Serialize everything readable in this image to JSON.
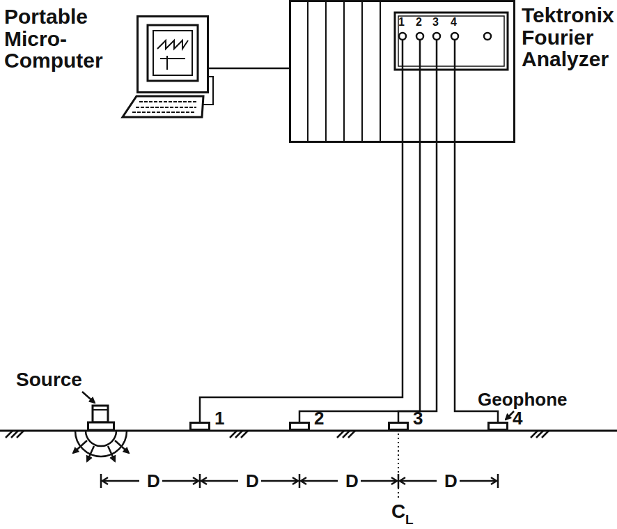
{
  "diagram": {
    "nodes": [
      {
        "text": [
          "Portable Micro- Computer"
        ]
      },
      {
        "text": [
          "Tektronix Fourier Analyzer"
        ]
      },
      {
        "text": [
          "Source"
        ]
      },
      {
        "text": [
          "1"
        ]
      },
      {
        "text": [
          "2"
        ]
      },
      {
        "text": [
          "3"
        ]
      },
      {
        "text": [
          "4"
        ]
      }
    ],
    "edges": [
      {
        "from": 0,
        "to": 1,
        "arrow": "none"
      },
      {
        "from": 1,
        "to": 3,
        "arrow": "none"
      },
      {
        "from": 1,
        "to": 4,
        "arrow": "none"
      },
      {
        "from": 1,
        "to": 5,
        "arrow": "none"
      },
      {
        "from": 1,
        "to": 6,
        "arrow": "none"
      }
    ],
    "labels": [
      "1",
      "2",
      "3",
      "4",
      "Geophone",
      "D",
      "D",
      "D",
      "D",
      "C",
      "L"
    ]
  }
}
